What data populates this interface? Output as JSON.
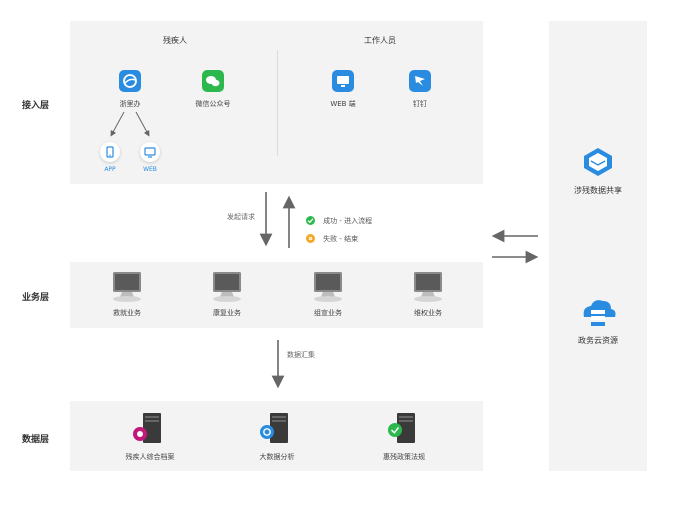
{
  "layers": {
    "access": "接入层",
    "business": "业务层",
    "data": "数据层"
  },
  "access": {
    "disabled": {
      "title": "残疾人",
      "items": [
        "浙里办",
        "微信公众号"
      ],
      "sub_items": [
        "APP",
        "WEB"
      ]
    },
    "staff": {
      "title": "工作人员",
      "items": [
        "WEB 端",
        "钉钉"
      ]
    }
  },
  "flow": {
    "request": "发起请求",
    "success": "成功 - 进入流程",
    "fail": "失败 - 结束",
    "aggregate": "数据汇集"
  },
  "business": {
    "items": [
      "救就业务",
      "康复业务",
      "组宣业务",
      "维权业务"
    ]
  },
  "data": {
    "items": [
      "残疾人综合档案",
      "大数据分析",
      "惠残政策法规"
    ]
  },
  "side": {
    "share": "涉残数据共享",
    "cloud": "政务云资源"
  },
  "colors": {
    "blue": "#2a8ce0",
    "green": "#2db84d",
    "orange": "#f5a623",
    "panel": "#f3f3f3"
  }
}
